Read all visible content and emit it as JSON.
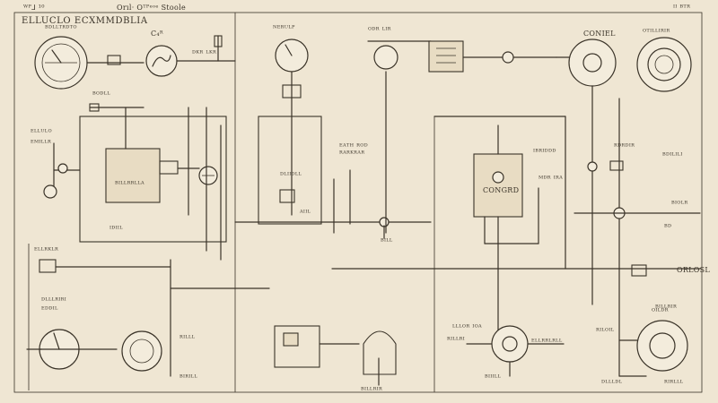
{
  "sheet": {
    "corner_tl": "ᵂᴾ⅃ ¹⁰",
    "top_center": "Orıl·  Oᵀᴾᵉᵒᵉ  Stoole",
    "corner_tr": "ᴵᴵ  ᴮᵀᴿ",
    "title": "ELLUCLO ECXMMDBLIA"
  },
  "labels": {
    "m1": "ᴮᴰᴸᴸᵀᴿᴰᵀᴼ",
    "m2": "C₄ᴿ",
    "m3": "ᴰᴷᴿ ᴸᴷᴿ",
    "m4": "ᴺᴱᴿᵁᴸᴾ",
    "m5": "ᴼᴰᴿ ᴸᴵᴿ",
    "m6": "CONIEL",
    "m7": "ᴼᵀᴵᴸᴸᴵᴿᴵᴿ",
    "l1": "ᴮᴼᴰᴸᴸ",
    "l2": "ᴱᴸᴸᵁᴸᴼ",
    "l3": "ᴱᴹᴵᴸᴸᴿ",
    "l4": "ᴵᴰᴵᴵᴸ",
    "l5": "ᴮᴵᴸᴸᴿᴿᴸᴸᴬ",
    "c1": "ᴱᴬᵀᴴ ᴿᴼᴰ",
    "c2": "ᴿᴬᴿᴷᴿᴬᴿ",
    "c3": "ᴰᴸᴵᴵᴰᴸᴸ",
    "c4": "ᴬᴵᴵᴸ",
    "c5": "ᴮᴵᴸᴸ",
    "r1": "ᴵᴮᴿᴵᴰᴰᴰ",
    "r2": "ᴹᴰᴿ ᴵᴿᴬ",
    "r3": "CONGRD",
    "r4": "ᴿᴰᴿᴰᴵᴿ",
    "r5": "ᴮᴰᴵᴸᴵᴸᴵ",
    "r6": "ᴮᴵᴼᴸᴿ",
    "r7": "ᴮᴰ",
    "r8": "ORLOSL",
    "r9": "ᴮᴵᴸᴸᴿᴵᴿ",
    "b1": "ᴱᴸᴸᴿᴷᴸᴿ",
    "b2": "ᴰᴸᴸᴸᴿᴵᴿᴵ",
    "b3": "ᴱᴰᴰᴵᴸ",
    "b4": "ᴿᴵᴸᴸᴸ",
    "b5": "ᴮᴵᴿᴵᴸᴸ",
    "b6": "ᴮᴵᴸᴸᴿᴵᴿ",
    "b7": "ᴸᴸᴸᴼᴿ ᴵᴼᴬ",
    "b8": "ᴿᴵᴸᴸᴿᴵ",
    "b9": "ᴱᴸᴸᴿᴿᴸᴿᴸᴸ",
    "b10": "ᴮᴵᴵᴵᴸᴸ",
    "b11": "ᴼᴵᴸᴰᴿ",
    "b12": "ᴿᴵᴸᴼᴵᴸ",
    "b13": "ᴰᴸᴸᴸᴰᴸ",
    "b14": "ᴿᴵᴿᴸᴸᴸ"
  }
}
